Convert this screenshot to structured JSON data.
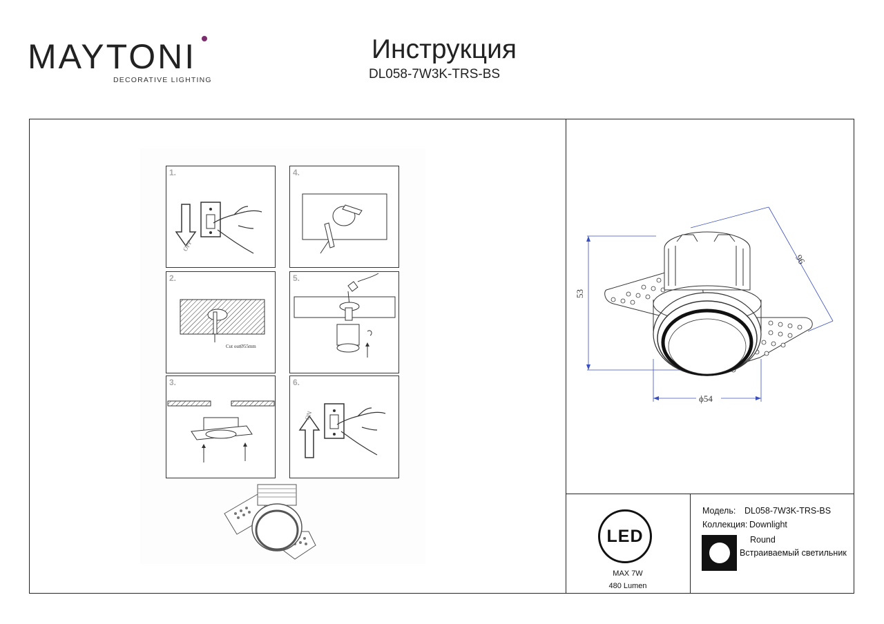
{
  "header": {
    "logo_text": "MAYTONI",
    "logo_subtitle": "DECORATIVE LIGHTING",
    "title": "Инструкция",
    "model_code": "DL058-7W3K-TRS-BS"
  },
  "steps": [
    {
      "num": "1.",
      "label": "OFF"
    },
    {
      "num": "2.",
      "label": "Cut outØ55mm"
    },
    {
      "num": "3.",
      "label": ""
    },
    {
      "num": "4.",
      "label": ""
    },
    {
      "num": "5.",
      "label": ""
    },
    {
      "num": "6.",
      "label": "ON"
    }
  ],
  "dimensions": {
    "height": "53",
    "diagonal": "96",
    "diameter": "ϕ54"
  },
  "badge": {
    "led": "LED",
    "power": "MAX 7W",
    "lumen": "480 Lumen"
  },
  "specs": {
    "model_label": "Модель:",
    "model_value": "DL058-7W3K-TRS-BS",
    "collection_label": "Коллекция:",
    "collection_value": "Downlight",
    "shape": "Round",
    "type": "Встраиваемый светильник"
  },
  "colors": {
    "logo_accent": "#7b2d6e",
    "dimension_line": "#3a4fbf"
  }
}
